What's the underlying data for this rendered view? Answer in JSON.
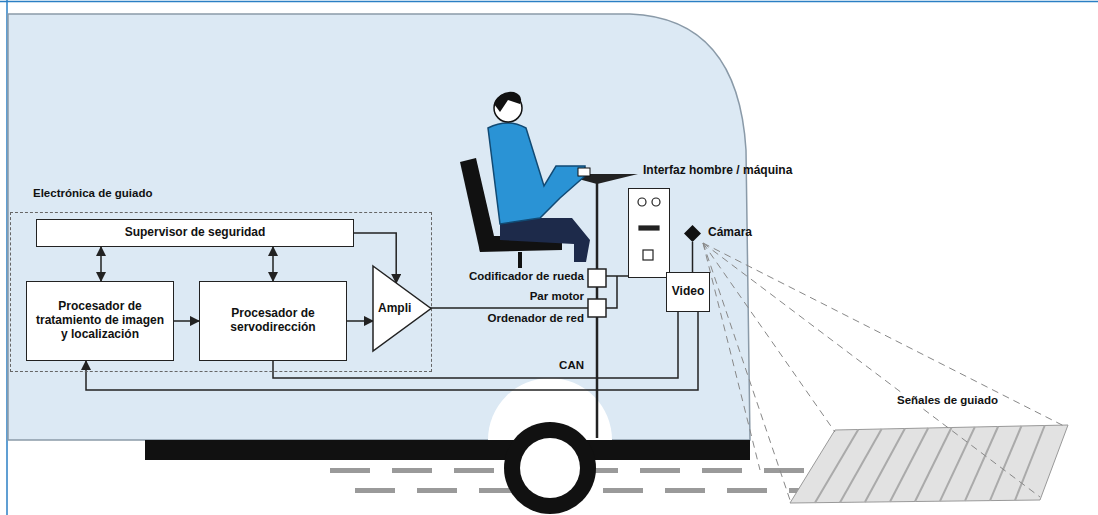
{
  "diagram": {
    "nodes": [
      {
        "text": [
          "Electrónica de guiado"
        ]
      },
      {
        "text": [
          "Supervisor de seguridad"
        ],
        "in": 0
      },
      {
        "text": [
          "Procesador de tratamiento de imagen y localización"
        ],
        "in": 0
      },
      {
        "text": [
          "Procesador de servodirección"
        ],
        "in": 0
      },
      {
        "text": [
          "Ampli"
        ],
        "in": 0
      },
      {
        "text": [
          "Interfaz hombre / máquina"
        ]
      },
      {
        "text": [
          "Cámara"
        ]
      },
      {
        "text": [
          "Video"
        ]
      }
    ],
    "edges": [
      {
        "from": 1,
        "to": 2,
        "arrow": "both"
      },
      {
        "from": 1,
        "to": 3,
        "arrow": "both"
      },
      {
        "from": 1,
        "to": 4,
        "arrow": "to"
      },
      {
        "from": 2,
        "to": 3,
        "arrow": "to"
      },
      {
        "from": 3,
        "to": 4,
        "arrow": "to"
      },
      {
        "from": 6,
        "to": 7,
        "arrow": "none"
      },
      {
        "from": 7,
        "to": 2,
        "arrow": "to"
      },
      {
        "from": 3,
        "to": 7,
        "arrow": "none"
      }
    ],
    "labels": [
      "Codificador de rueda",
      "Par motor",
      "Ordenador de red",
      "CAN",
      "Señales de guiado"
    ]
  }
}
